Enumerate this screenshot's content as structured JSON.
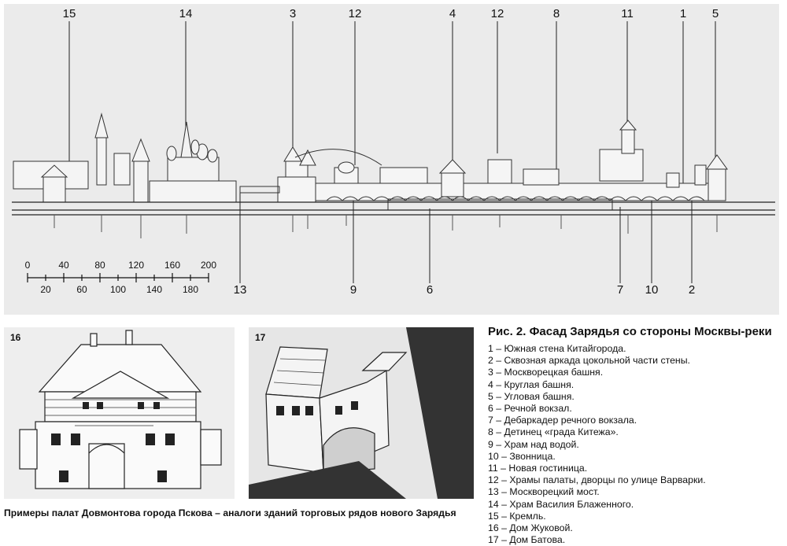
{
  "facade": {
    "callouts_top": [
      "15",
      "14",
      "3",
      "12",
      "4",
      "12",
      "8",
      "11",
      "1",
      "5"
    ],
    "callouts_bottom": [
      "13",
      "9",
      "6",
      "7",
      "10",
      "2"
    ],
    "scale": {
      "top_labels": [
        "0",
        "40",
        "80",
        "120",
        "160",
        "200"
      ],
      "bottom_labels": [
        "20",
        "60",
        "100",
        "140",
        "180"
      ]
    }
  },
  "images": [
    {
      "number": "16"
    },
    {
      "number": "17"
    }
  ],
  "caption": "Примеры палат Довмонтова города Пскова – аналоги зданий торговых рядов нового Зарядья",
  "legend": {
    "title": "Рис. 2. Фасад Зарядья со стороны Москвы-реки",
    "items": [
      "1 – Южная стена Китайгорода.",
      "2 – Сквозная аркада цокольной части стены.",
      "3 – Москворецкая башня.",
      "4 – Круглая башня.",
      "5 – Угловая башня.",
      "6 – Речной вокзал.",
      "7 – Дебаркадер речного вокзала.",
      "8 – Детинец «града Китежа».",
      "9 – Храм над водой.",
      "10 – Звонница.",
      "11 – Новая гостиница.",
      "12 – Храмы палаты, дворцы по улице Варварки.",
      "13 – Москворецкий мост.",
      "14 – Храм Василия Блаженного.",
      "15 – Кремль.",
      "16 – Дом Жуковой.",
      "17 – Дом Батова."
    ]
  }
}
